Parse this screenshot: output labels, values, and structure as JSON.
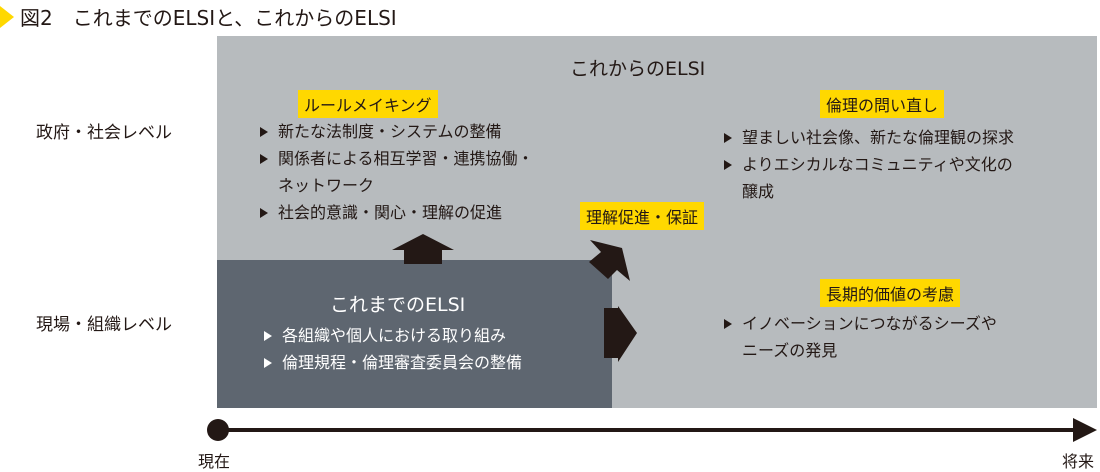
{
  "title": {
    "figure_no": "図2",
    "text": "これまでのELSIと、これからのELSI"
  },
  "levels": {
    "government": "政府・社会レベル",
    "field": "現場・組織レベル"
  },
  "future_elsi": {
    "heading": "これからのELSI",
    "rule_making": {
      "tag": "ルールメイキング",
      "items": [
        "新たな法制度・システムの整備",
        "関係者による相互学習・連携協働・",
        "ネットワーク",
        "社会的意識・関心・理解の促進"
      ]
    },
    "ethics_review": {
      "tag": "倫理の問い直し",
      "items": [
        "望ましい社会像、新たな倫理観の探求",
        "よりエシカルなコミュニティや文化の",
        "醸成"
      ]
    },
    "understanding": {
      "tag": "理解促進・保証"
    },
    "long_term": {
      "tag": "長期的価値の考慮",
      "items": [
        "イノベーションにつながるシーズや",
        "ニーズの発見"
      ]
    }
  },
  "past_elsi": {
    "heading": "これまでのELSI",
    "items": [
      "各組織や個人における取り組み",
      "倫理規程・倫理審査委員会の整備"
    ]
  },
  "timeline": {
    "start": "現在",
    "end": "将来"
  },
  "colors": {
    "accent": "#ffd800",
    "outer": "#b7bbbe",
    "inner": "#5e6670"
  }
}
